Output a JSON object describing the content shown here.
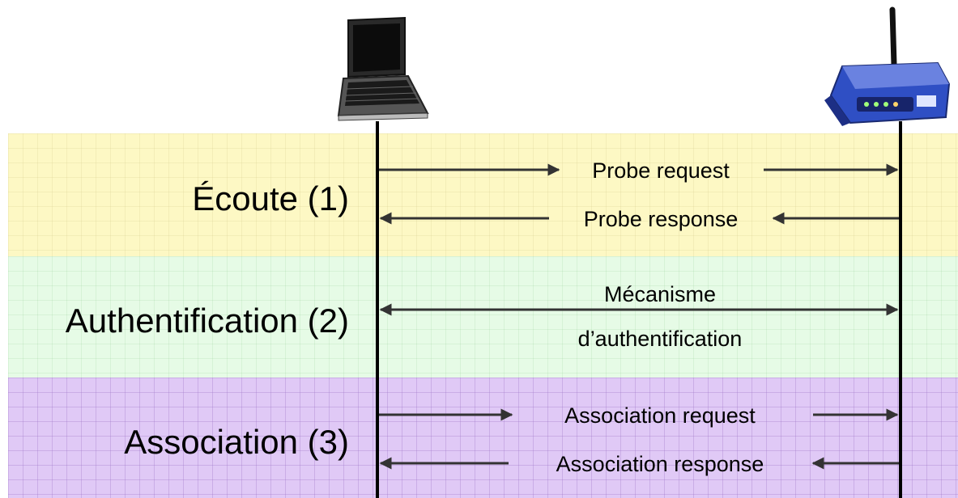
{
  "phases": [
    {
      "label": "Écoute (1)"
    },
    {
      "label": "Authentification (2)"
    },
    {
      "label": "Association (3)"
    }
  ],
  "messages": {
    "probe_request": "Probe request",
    "probe_response": "Probe response",
    "auth_line1": "Mécanisme",
    "auth_line2": "d’authentification",
    "association_request": "Association request",
    "association_response": "Association response"
  },
  "actors": {
    "client_icon": "laptop-icon",
    "ap_icon": "wireless-router-icon"
  },
  "colors": {
    "phase1": "#fdf8c4",
    "phase2": "#e6fbe6",
    "phase3": "#e0c9f6",
    "arrow": "#333333"
  }
}
